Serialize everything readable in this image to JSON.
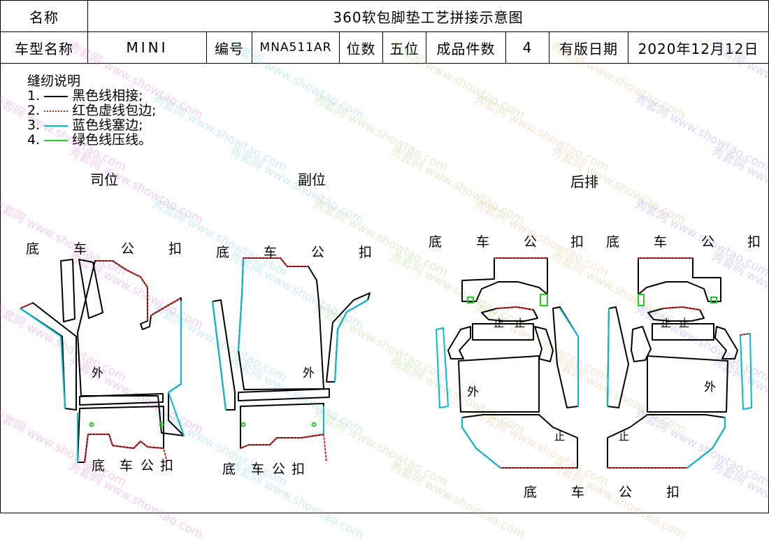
{
  "header": {
    "name_label": "名称",
    "title": "360软包脚垫工艺拼接示意图",
    "model_label": "车型名称",
    "model": "MINI",
    "code_label": "编号",
    "code": "MNA511AR",
    "seats_label": "位数",
    "seats": "五位",
    "pieces_label": "成品件数",
    "pieces": "4",
    "date_label": "有版日期",
    "date": "2020年12月12日"
  },
  "legend": {
    "title": "缝纫说明",
    "items": [
      {
        "num": "1.",
        "text": "黑色线相接;",
        "color": "#000000",
        "style": "solid"
      },
      {
        "num": "2.",
        "text": "红色虚线包边;",
        "color": "#e02020",
        "style": "dotted"
      },
      {
        "num": "3.",
        "text": "蓝色线塞边;",
        "color": "#00bcd4",
        "style": "solid"
      },
      {
        "num": "4.",
        "text": "绿色线压线。",
        "color": "#22cc22",
        "style": "solid"
      }
    ]
  },
  "sections": {
    "driver": "司位",
    "passenger": "副位",
    "rear": "后排"
  },
  "labels": {
    "di": "底",
    "che": "车",
    "gong": "公",
    "kou": "扣",
    "wai": "外",
    "zhi": "止"
  },
  "watermark": {
    "brand": "秀套网",
    "url": "www.showtao.com"
  },
  "colors": {
    "black_line": "#000000",
    "red_dotted": "#e02020",
    "cyan_line": "#00bcd4",
    "green_line": "#22cc22"
  }
}
